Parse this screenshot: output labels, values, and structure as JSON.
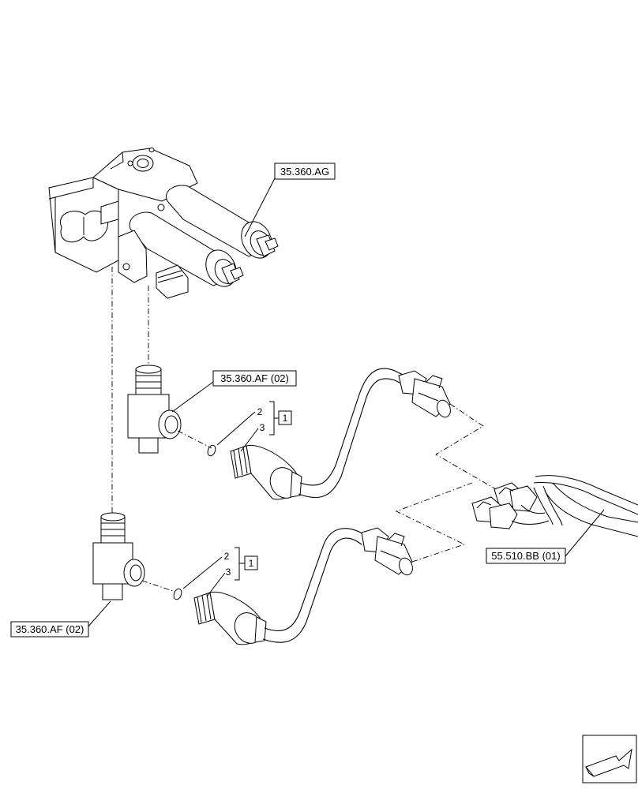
{
  "callouts": {
    "valve_block": "35.360.AG",
    "tee_upper": "35.360.AF (02)",
    "tee_lower": "35.360.AF (02)",
    "harness": "55.510.BB (01)"
  },
  "items": {
    "upper_oring": "2",
    "upper_sensor": "3",
    "upper_group": "1",
    "lower_oring": "2",
    "lower_sensor": "3",
    "lower_group": "1"
  },
  "icons": {
    "navigation": "previous-page-arrow-icon"
  }
}
